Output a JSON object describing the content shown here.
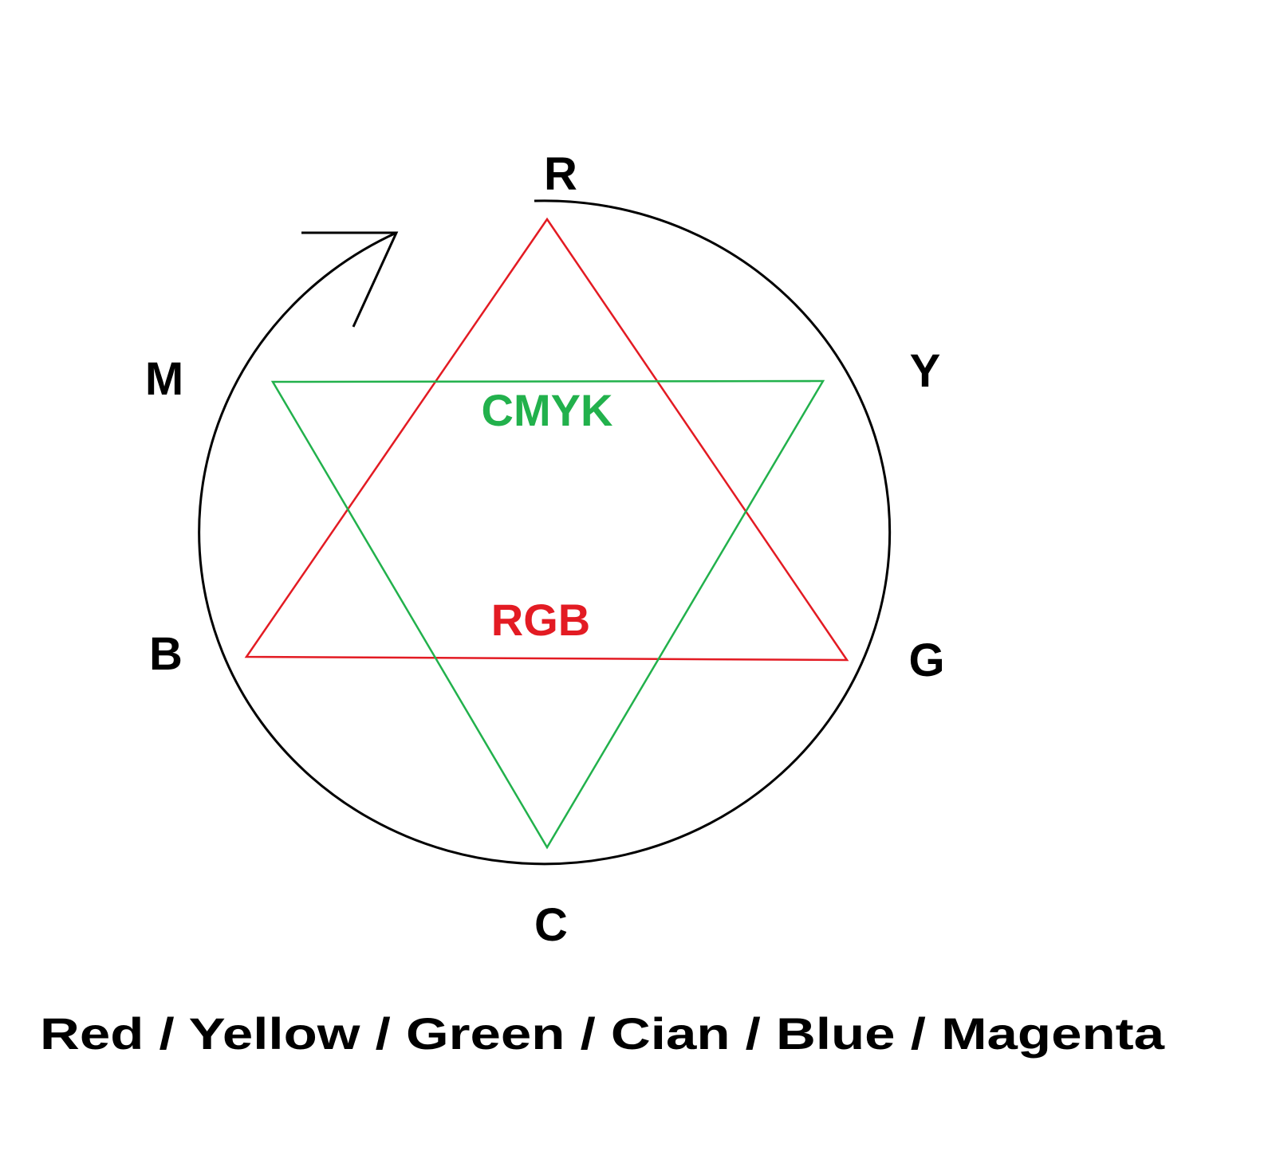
{
  "vertices": {
    "r": "R",
    "y": "Y",
    "g": "G",
    "c": "C",
    "b": "B",
    "m": "M"
  },
  "models": {
    "cmyk": "CMYK",
    "rgb": "RGB"
  },
  "caption": "Red / Yellow / Green / Cian / Blue / Magenta",
  "colors": {
    "rgb_triangle": "#e31b23",
    "cmyk_triangle": "#22b14c",
    "circle": "#000000"
  }
}
